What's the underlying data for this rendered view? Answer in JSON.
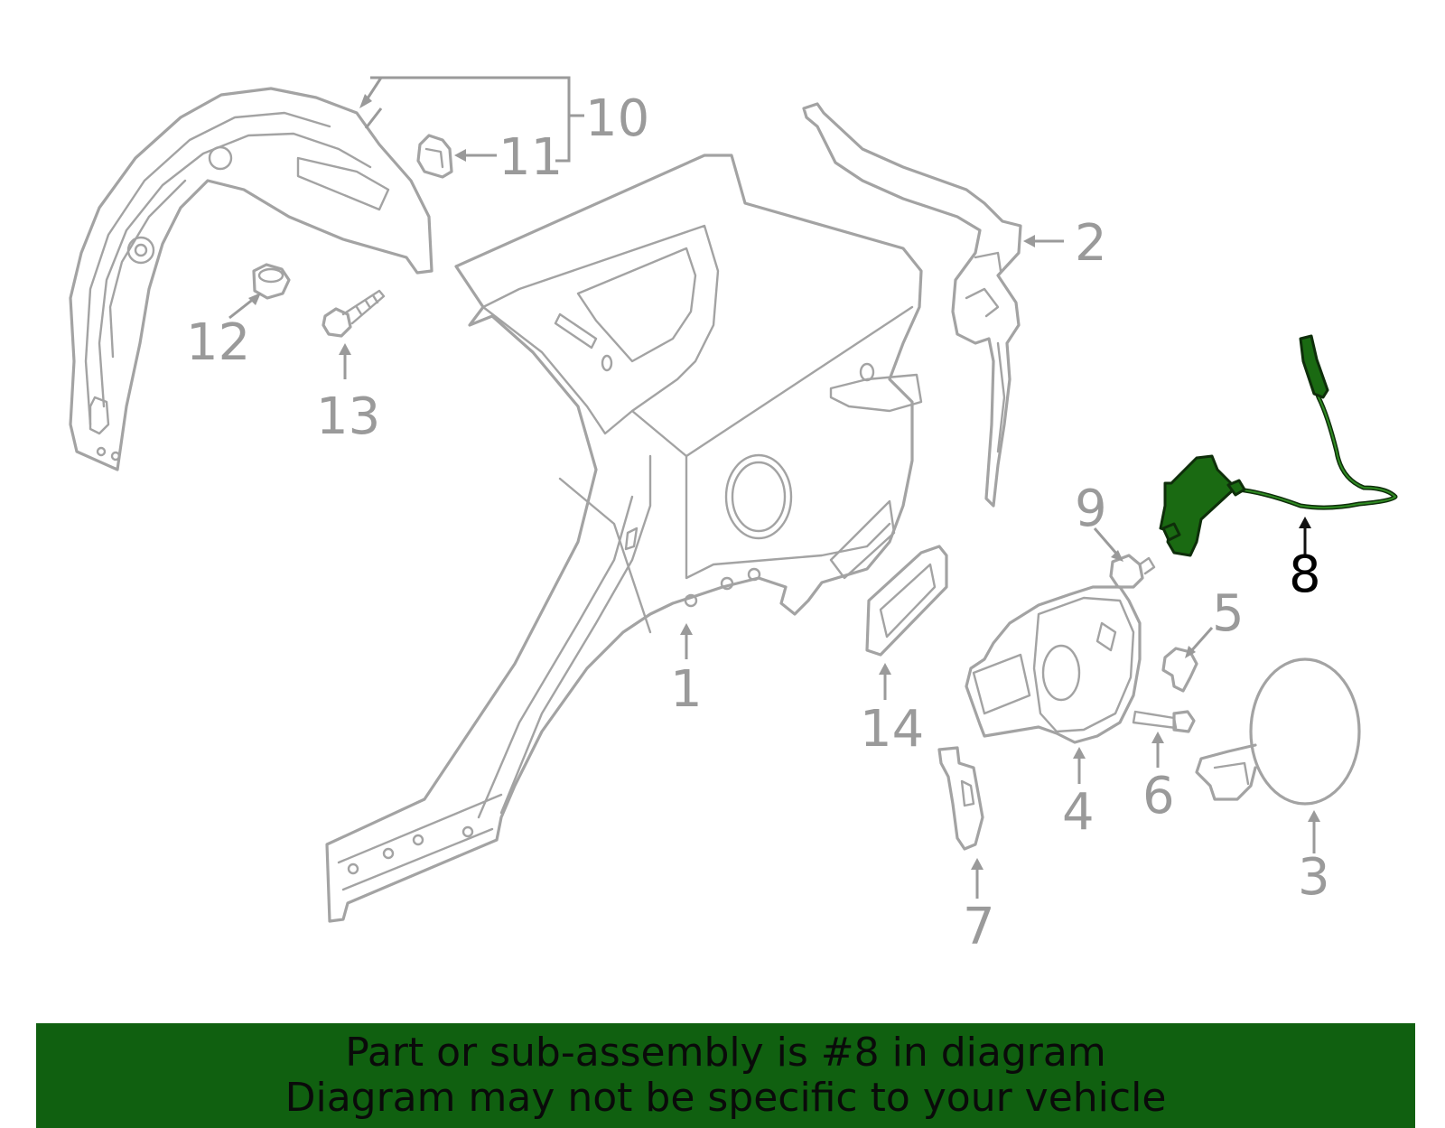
{
  "callouts": [
    {
      "id": "1",
      "label": "1",
      "highlighted": false
    },
    {
      "id": "2",
      "label": "2",
      "highlighted": false
    },
    {
      "id": "3",
      "label": "3",
      "highlighted": false
    },
    {
      "id": "4",
      "label": "4",
      "highlighted": false
    },
    {
      "id": "5",
      "label": "5",
      "highlighted": false
    },
    {
      "id": "6",
      "label": "6",
      "highlighted": false
    },
    {
      "id": "7",
      "label": "7",
      "highlighted": false
    },
    {
      "id": "8",
      "label": "8",
      "highlighted": true
    },
    {
      "id": "9",
      "label": "9",
      "highlighted": false
    },
    {
      "id": "10",
      "label": "10",
      "highlighted": false
    },
    {
      "id": "11",
      "label": "11",
      "highlighted": false
    },
    {
      "id": "12",
      "label": "12",
      "highlighted": false
    },
    {
      "id": "13",
      "label": "13",
      "highlighted": false
    },
    {
      "id": "14",
      "label": "14",
      "highlighted": false
    }
  ],
  "banner": {
    "line1": "Part or sub-assembly is #8 in diagram",
    "line2": "Diagram may not be specific to your vehicle"
  },
  "colors": {
    "part_outline": "#a3a3a3",
    "highlight_part": "#1a6a12",
    "banner_background": "#106010",
    "banner_text": "#0a0a0a"
  }
}
